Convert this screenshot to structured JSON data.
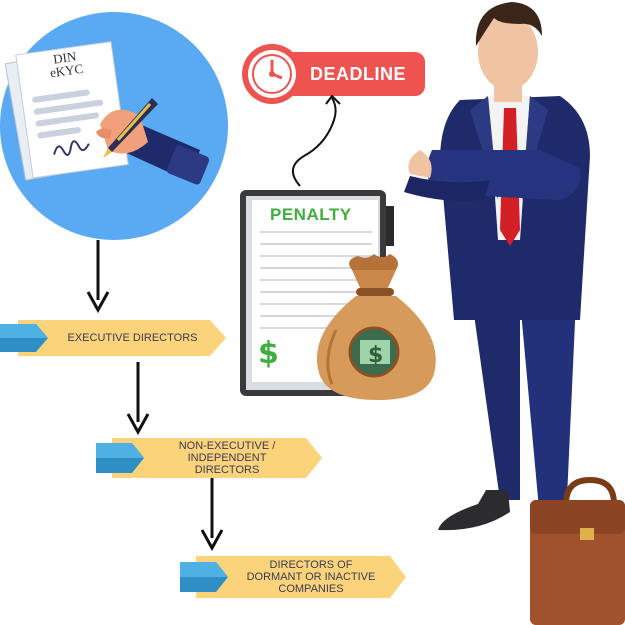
{
  "document": {
    "line1": "DIN",
    "line2": "eKYC"
  },
  "deadline": {
    "label": "DEADLINE"
  },
  "penalty": {
    "label": "PENALTY",
    "currency_symbol": "$"
  },
  "flow": {
    "steps": [
      {
        "line1": "EXECUTIVE DIRECTORS"
      },
      {
        "line1": "NON-EXECUTIVE /",
        "line2": "INDEPENDENT",
        "line3": "DIRECTORS"
      },
      {
        "line1": "DIRECTORS OF",
        "line2": "DORMANT OR INACTIVE",
        "line3": "COMPANIES"
      }
    ]
  },
  "colors": {
    "circle_bg": "#5aaaf3",
    "banner_fill": "#fbd37a",
    "banner_tip": "#2f8ec4",
    "deadline_red": "#ef5350",
    "penalty_green": "#3fae3f",
    "suit_navy": "#1f2a6b",
    "tie_red": "#d32027",
    "briefcase_brown": "#a0522d"
  },
  "icons": [
    "pen-icon",
    "clock-icon",
    "dollar-icon",
    "money-bag-icon",
    "briefcase-icon"
  ]
}
